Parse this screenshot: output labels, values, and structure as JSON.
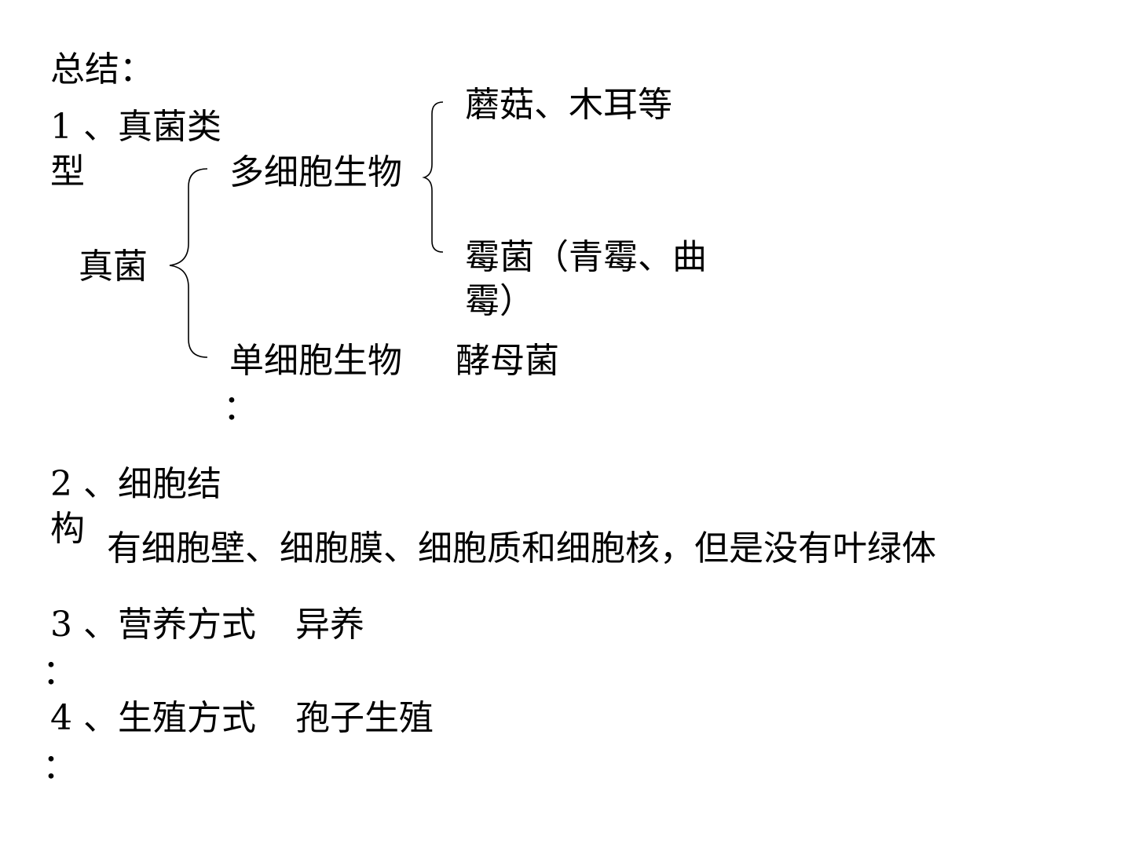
{
  "summary_title": "总结：",
  "section1": {
    "heading_line1": "1 、真菌类",
    "heading_line2": "型",
    "root": "真菌",
    "multicellular": "多细胞生物",
    "examples_top": "蘑菇、木耳等",
    "examples_mold_line1": "霉菌（青霉、曲",
    "examples_mold_line2": "霉）",
    "unicellular": "单细胞生物",
    "unicellular_colon": "：",
    "unicellular_example": "酵母菌"
  },
  "section2": {
    "heading_line1": "2 、细胞结",
    "heading_line2": "构",
    "content": "有细胞壁、细胞膜、细胞质和细胞核，但是没有叶绿体"
  },
  "section3": {
    "heading": "3 、营养方式",
    "colon": "：",
    "content": "异养"
  },
  "section4": {
    "heading": "4 、生殖方式",
    "colon": "：",
    "content": "孢子生殖"
  }
}
